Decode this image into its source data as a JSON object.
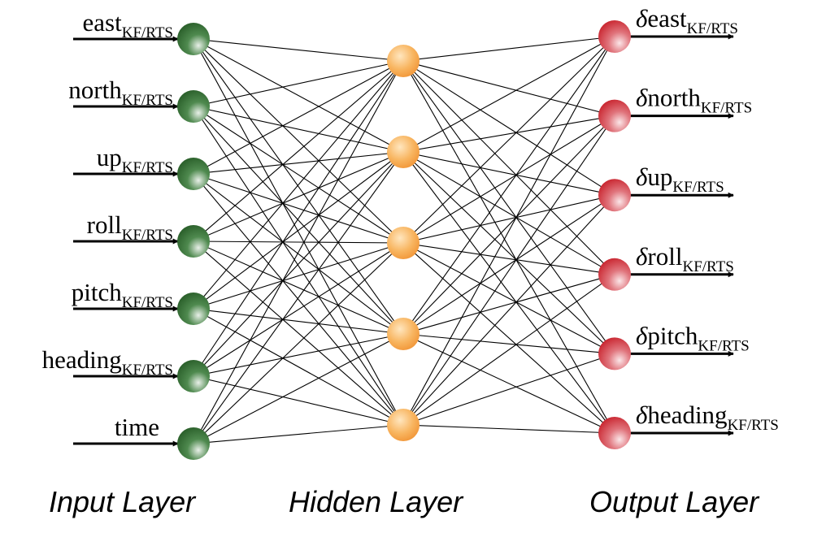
{
  "diagram": {
    "inputs": [
      {
        "name": "east",
        "sub": "KF/RTS"
      },
      {
        "name": "north",
        "sub": "KF/RTS"
      },
      {
        "name": "up",
        "sub": "KF/RTS"
      },
      {
        "name": "roll",
        "sub": "KF/RTS"
      },
      {
        "name": "pitch",
        "sub": "KF/RTS"
      },
      {
        "name": "heading",
        "sub": "KF/RTS"
      },
      {
        "name": "time",
        "sub": ""
      }
    ],
    "hidden_count": 5,
    "outputs": [
      {
        "prefix": "δ",
        "name": "east",
        "sub": "KF/RTS"
      },
      {
        "prefix": "δ",
        "name": "north",
        "sub": "KF/RTS"
      },
      {
        "prefix": "δ",
        "name": "up",
        "sub": "KF/RTS"
      },
      {
        "prefix": "δ",
        "name": "roll",
        "sub": "KF/RTS"
      },
      {
        "prefix": "δ",
        "name": "pitch",
        "sub": "KF/RTS"
      },
      {
        "prefix": "δ",
        "name": "heading",
        "sub": "KF/RTS"
      }
    ],
    "layer_titles": {
      "input": "Input Layer",
      "hidden": "Hidden Layer",
      "output": "Output Layer"
    },
    "colors": {
      "input_node": "#2e6b2e",
      "hidden_node": "#f5a040",
      "output_node": "#cc2a35",
      "edges": "#000000"
    }
  }
}
